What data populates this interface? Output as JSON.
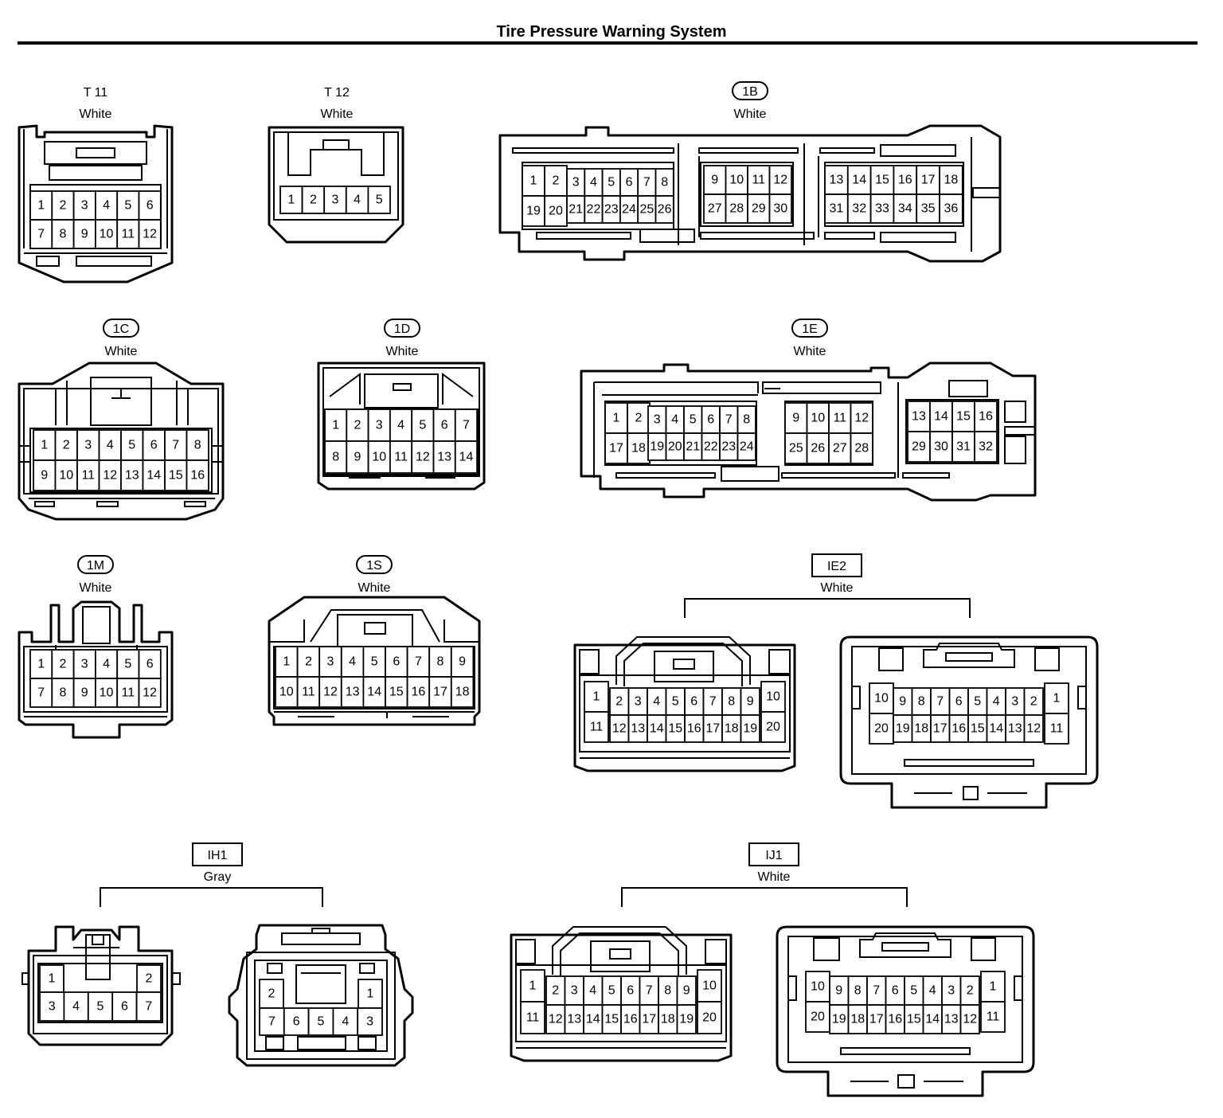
{
  "title": "Tire Pressure Warning System",
  "connectors": [
    {
      "code": "T 11",
      "color": "White"
    },
    {
      "code": "T 12",
      "color": "White"
    },
    {
      "code": "1B",
      "color": "White"
    },
    {
      "code": "1C",
      "color": "White"
    },
    {
      "code": "1D",
      "color": "White"
    },
    {
      "code": "1E",
      "color": "White"
    },
    {
      "code": "1M",
      "color": "White"
    },
    {
      "code": "1S",
      "color": "White"
    },
    {
      "code": "IE2",
      "color": "White"
    },
    {
      "code": "IH1",
      "color": "Gray"
    },
    {
      "code": "IJ1",
      "color": "White"
    }
  ],
  "pins": {
    "T11": [
      [
        "1",
        "2",
        "3",
        "4",
        "5",
        "6"
      ],
      [
        "7",
        "8",
        "9",
        "10",
        "11",
        "12"
      ]
    ],
    "T12": [
      [
        "1",
        "2",
        "3",
        "4",
        "5"
      ]
    ],
    "1B_a": [
      [
        "1",
        "2"
      ],
      [
        "19",
        "20"
      ]
    ],
    "1B_b": [
      [
        "3",
        "4",
        "5",
        "6",
        "7",
        "8"
      ],
      [
        "21",
        "22",
        "23",
        "24",
        "25",
        "26"
      ]
    ],
    "1B_c": [
      [
        "9",
        "10",
        "11",
        "12"
      ],
      [
        "27",
        "28",
        "29",
        "30"
      ]
    ],
    "1B_d": [
      [
        "13",
        "14",
        "15",
        "16",
        "17",
        "18"
      ],
      [
        "31",
        "32",
        "33",
        "34",
        "35",
        "36"
      ]
    ],
    "1C": [
      [
        "1",
        "2",
        "3",
        "4",
        "5",
        "6",
        "7",
        "8"
      ],
      [
        "9",
        "10",
        "11",
        "12",
        "13",
        "14",
        "15",
        "16"
      ]
    ],
    "1D": [
      [
        "1",
        "2",
        "3",
        "4",
        "5",
        "6",
        "7"
      ],
      [
        "8",
        "9",
        "10",
        "11",
        "12",
        "13",
        "14"
      ]
    ],
    "1E_a": [
      [
        "1",
        "2"
      ],
      [
        "17",
        "18"
      ]
    ],
    "1E_b": [
      [
        "3",
        "4",
        "5",
        "6",
        "7",
        "8"
      ],
      [
        "19",
        "20",
        "21",
        "22",
        "23",
        "24"
      ]
    ],
    "1E_c": [
      [
        "9",
        "10",
        "11",
        "12"
      ],
      [
        "25",
        "26",
        "27",
        "28"
      ]
    ],
    "1E_d": [
      [
        "13",
        "14",
        "15",
        "16"
      ],
      [
        "29",
        "30",
        "31",
        "32"
      ]
    ],
    "1M": [
      [
        "1",
        "2",
        "3",
        "4",
        "5",
        "6"
      ],
      [
        "7",
        "8",
        "9",
        "10",
        "11",
        "12"
      ]
    ],
    "1S": [
      [
        "1",
        "2",
        "3",
        "4",
        "5",
        "6",
        "7",
        "8",
        "9"
      ],
      [
        "10",
        "11",
        "12",
        "13",
        "14",
        "15",
        "16",
        "17",
        "18"
      ]
    ],
    "IE2L_side": [
      [
        "1"
      ],
      [
        "11"
      ]
    ],
    "IE2L_mid": [
      [
        "2",
        "3",
        "4",
        "5",
        "6",
        "7",
        "8",
        "9"
      ],
      [
        "12",
        "13",
        "14",
        "15",
        "16",
        "17",
        "18",
        "19"
      ]
    ],
    "IE2L_end": [
      [
        "10"
      ],
      [
        "20"
      ]
    ],
    "IE2R_side": [
      [
        "10"
      ],
      [
        "20"
      ]
    ],
    "IE2R_mid": [
      [
        "9",
        "8",
        "7",
        "6",
        "5",
        "4",
        "3",
        "2"
      ],
      [
        "19",
        "18",
        "17",
        "16",
        "15",
        "14",
        "13",
        "12"
      ]
    ],
    "IE2R_end": [
      [
        "1"
      ],
      [
        "11"
      ]
    ],
    "IH1L_top": [
      [
        "1"
      ]
    ],
    "IH1L_top2": [
      [
        "2"
      ]
    ],
    "IH1L_bot": [
      [
        "3",
        "4",
        "5",
        "6",
        "7"
      ]
    ],
    "IH1R_top": [
      [
        "2"
      ]
    ],
    "IH1R_top2": [
      [
        "1"
      ]
    ],
    "IH1R_bot": [
      [
        "7",
        "6",
        "5",
        "4",
        "3"
      ]
    ],
    "IJ1L_side": [
      [
        "1"
      ],
      [
        "11"
      ]
    ],
    "IJ1L_mid": [
      [
        "2",
        "3",
        "4",
        "5",
        "6",
        "7",
        "8",
        "9"
      ],
      [
        "12",
        "13",
        "14",
        "15",
        "16",
        "17",
        "18",
        "19"
      ]
    ],
    "IJ1L_end": [
      [
        "10"
      ],
      [
        "20"
      ]
    ],
    "IJ1R_side": [
      [
        "10"
      ],
      [
        "20"
      ]
    ],
    "IJ1R_mid": [
      [
        "9",
        "8",
        "7",
        "6",
        "5",
        "4",
        "3",
        "2"
      ],
      [
        "19",
        "18",
        "17",
        "16",
        "15",
        "14",
        "13",
        "12"
      ]
    ],
    "IJ1R_end": [
      [
        "1"
      ],
      [
        "11"
      ]
    ]
  }
}
